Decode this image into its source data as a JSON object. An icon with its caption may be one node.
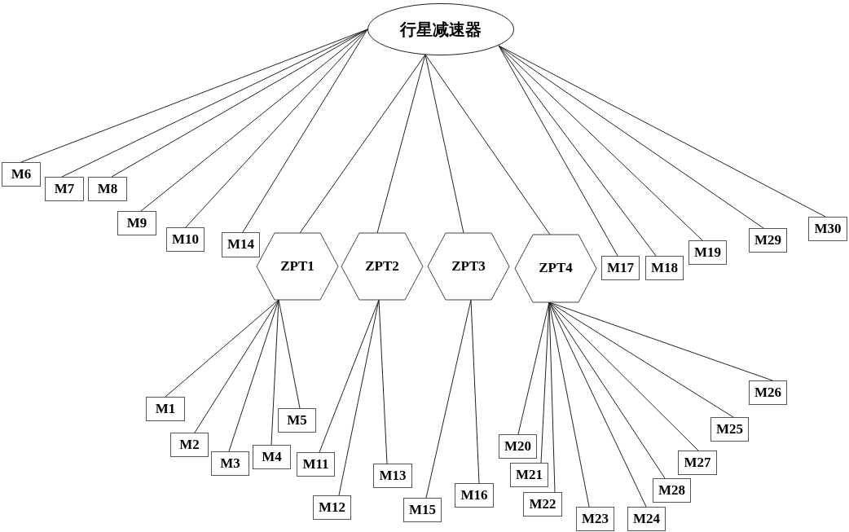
{
  "diagram": {
    "nodes": [
      {
        "text": [
          "行星减速器"
        ]
      },
      {
        "text": [
          "M6"
        ]
      },
      {
        "text": [
          "M7"
        ]
      },
      {
        "text": [
          "M8"
        ]
      },
      {
        "text": [
          "M9"
        ]
      },
      {
        "text": [
          "M10"
        ]
      },
      {
        "text": [
          "M14"
        ]
      },
      {
        "text": [
          "ZPT1"
        ]
      },
      {
        "text": [
          "ZPT2"
        ]
      },
      {
        "text": [
          "ZPT3"
        ]
      },
      {
        "text": [
          "ZPT4"
        ]
      },
      {
        "text": [
          "M17"
        ]
      },
      {
        "text": [
          "M18"
        ]
      },
      {
        "text": [
          "M19"
        ]
      },
      {
        "text": [
          "M29"
        ]
      },
      {
        "text": [
          "M30"
        ]
      },
      {
        "text": [
          "M1"
        ]
      },
      {
        "text": [
          "M2"
        ]
      },
      {
        "text": [
          "M3"
        ]
      },
      {
        "text": [
          "M4"
        ]
      },
      {
        "text": [
          "M5"
        ]
      },
      {
        "text": [
          "M11"
        ]
      },
      {
        "text": [
          "M12"
        ]
      },
      {
        "text": [
          "M13"
        ]
      },
      {
        "text": [
          "M15"
        ]
      },
      {
        "text": [
          "M16"
        ]
      },
      {
        "text": [
          "M20"
        ]
      },
      {
        "text": [
          "M21"
        ]
      },
      {
        "text": [
          "M22"
        ]
      },
      {
        "text": [
          "M23"
        ]
      },
      {
        "text": [
          "M24"
        ]
      },
      {
        "text": [
          "M28"
        ]
      },
      {
        "text": [
          "M27"
        ]
      },
      {
        "text": [
          "M25"
        ]
      },
      {
        "text": [
          "M26"
        ]
      }
    ],
    "edges": [
      {
        "from": 0,
        "to": 1,
        "arrow": "none"
      },
      {
        "from": 0,
        "to": 2,
        "arrow": "none"
      },
      {
        "from": 0,
        "to": 3,
        "arrow": "none"
      },
      {
        "from": 0,
        "to": 4,
        "arrow": "none"
      },
      {
        "from": 0,
        "to": 5,
        "arrow": "none"
      },
      {
        "from": 0,
        "to": 6,
        "arrow": "none"
      },
      {
        "from": 0,
        "to": 7,
        "arrow": "none"
      },
      {
        "from": 0,
        "to": 8,
        "arrow": "none"
      },
      {
        "from": 0,
        "to": 9,
        "arrow": "none"
      },
      {
        "from": 0,
        "to": 10,
        "arrow": "none"
      },
      {
        "from": 0,
        "to": 11,
        "arrow": "none"
      },
      {
        "from": 0,
        "to": 12,
        "arrow": "none"
      },
      {
        "from": 0,
        "to": 13,
        "arrow": "none"
      },
      {
        "from": 0,
        "to": 14,
        "arrow": "none"
      },
      {
        "from": 0,
        "to": 15,
        "arrow": "none"
      },
      {
        "from": 7,
        "to": 16,
        "arrow": "none"
      },
      {
        "from": 7,
        "to": 17,
        "arrow": "none"
      },
      {
        "from": 7,
        "to": 18,
        "arrow": "none"
      },
      {
        "from": 7,
        "to": 19,
        "arrow": "none"
      },
      {
        "from": 7,
        "to": 20,
        "arrow": "none"
      },
      {
        "from": 8,
        "to": 21,
        "arrow": "none"
      },
      {
        "from": 8,
        "to": 22,
        "arrow": "none"
      },
      {
        "from": 8,
        "to": 23,
        "arrow": "none"
      },
      {
        "from": 9,
        "to": 24,
        "arrow": "none"
      },
      {
        "from": 9,
        "to": 25,
        "arrow": "none"
      },
      {
        "from": 10,
        "to": 26,
        "arrow": "none"
      },
      {
        "from": 10,
        "to": 27,
        "arrow": "none"
      },
      {
        "from": 10,
        "to": 28,
        "arrow": "none"
      },
      {
        "from": 10,
        "to": 29,
        "arrow": "none"
      },
      {
        "from": 10,
        "to": 30,
        "arrow": "none"
      },
      {
        "from": 10,
        "to": 31,
        "arrow": "none"
      },
      {
        "from": 10,
        "to": 32,
        "arrow": "none"
      },
      {
        "from": 10,
        "to": 33,
        "arrow": "none"
      },
      {
        "from": 10,
        "to": 34,
        "arrow": "none"
      }
    ]
  }
}
